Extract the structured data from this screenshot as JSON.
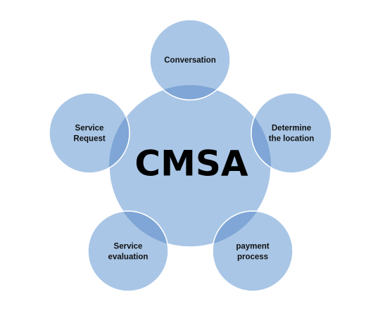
{
  "diagram": {
    "center": {
      "label": "CMSA"
    },
    "nodes": [
      {
        "id": "conversation",
        "lines": [
          "Conversation"
        ]
      },
      {
        "id": "determine-location",
        "lines": [
          "Determine",
          "the location"
        ]
      },
      {
        "id": "payment-process",
        "lines": [
          "payment",
          "process"
        ]
      },
      {
        "id": "service-evaluation",
        "lines": [
          "Service",
          "evaluation"
        ]
      },
      {
        "id": "service-request",
        "lines": [
          "Service",
          "Request"
        ]
      }
    ],
    "colors": {
      "fill": "#a9c6e6",
      "stroke": "#ffffff",
      "overlap": "#7fa6d6",
      "text": "#111111"
    }
  }
}
